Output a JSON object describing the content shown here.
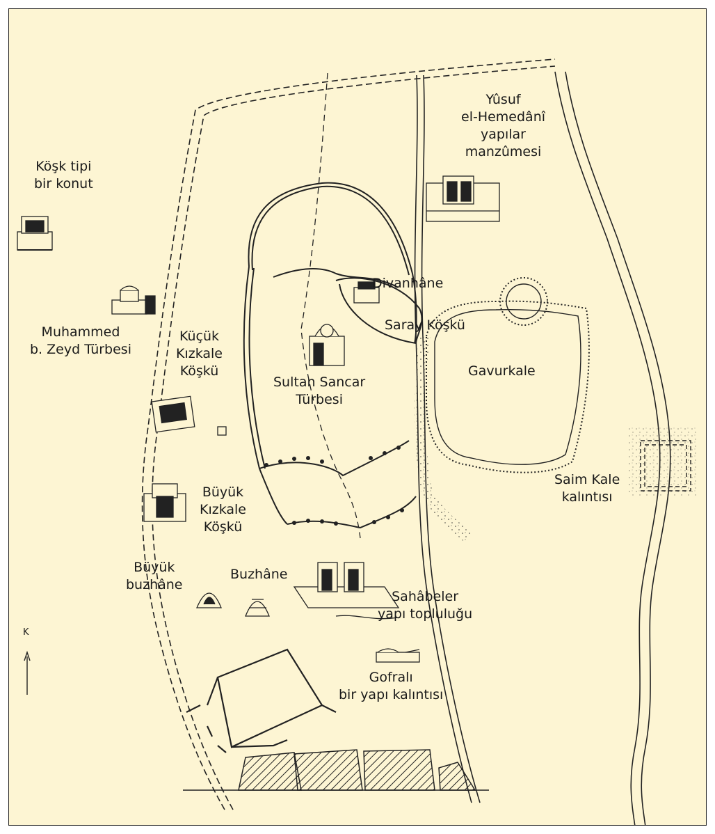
{
  "north_label": "K",
  "places": {
    "kosk_tipi": "Köşk tipi\nbir konut",
    "yusuf": "Yûsuf\nel-Hemedânî\nyapılar\nmanzûmesi",
    "divanhane": "Divanhâne",
    "saray_koskü": "Saray Köşkü",
    "muhammed": "Muhammed\nb. Zeyd Türbesi",
    "kucuk_kizkale": "Küçük\nKızkale\nKöşkü",
    "sultan_sancar": "Sultan Sancar\nTürbesi",
    "gavurkale": "Gavurkale",
    "saim_kale": "Saim Kale\nkalıntısı",
    "buyuk_kizkale": "Büyük\nKızkale\nKöşkü",
    "buyuk_buzhane": "Büyük\nbuzhâne",
    "buzhane": "Buzhâne",
    "sahabeler": "Sahâbeler\nyapı topluluğu",
    "gofrali": "Gofralı\nbir yapı kalıntısı"
  },
  "colors": {
    "paper": "#fdf5d3",
    "ink": "#1a1a1a"
  }
}
